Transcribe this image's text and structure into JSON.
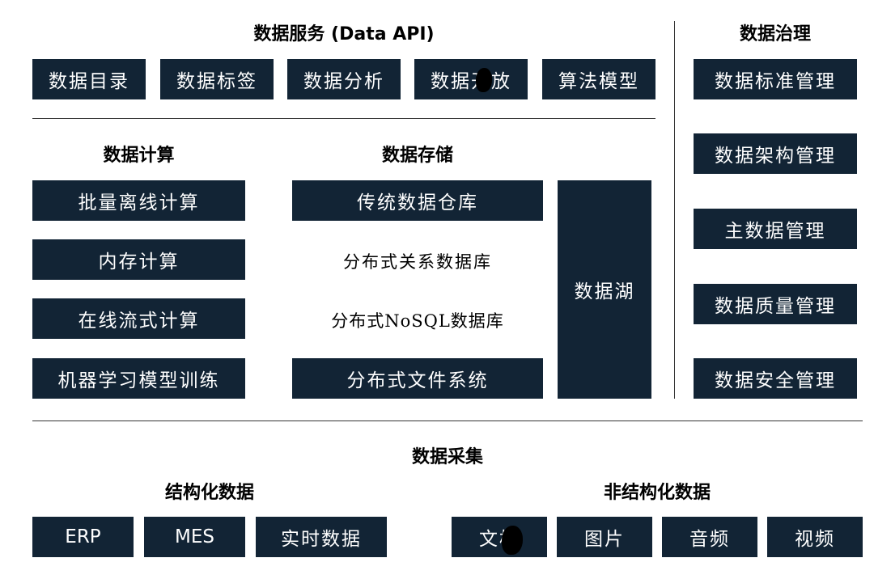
{
  "data_service": {
    "title": "数据服务 (Data API)",
    "items": [
      "数据目录",
      "数据标签",
      "数据分析",
      "数据开放",
      "算法模型"
    ]
  },
  "data_governance": {
    "title": "数据治理",
    "items": [
      "数据标准管理",
      "数据架构管理",
      "主数据管理",
      "数据质量管理",
      "数据安全管理"
    ]
  },
  "data_compute": {
    "title": "数据计算",
    "items": [
      "批量离线计算",
      "内存计算",
      "在线流式计算",
      "机器学习模型训练"
    ]
  },
  "data_storage": {
    "title": "数据存储",
    "items": [
      "传统数据仓库",
      "分布式关系数据库",
      "分布式NoSQL数据库",
      "分布式文件系统"
    ],
    "lake": "数据湖"
  },
  "data_collection": {
    "title": "数据采集",
    "structured": {
      "title": "结构化数据",
      "items": [
        "ERP",
        "MES",
        "实时数据"
      ]
    },
    "unstructured": {
      "title": "非结构化数据",
      "items": [
        "文档",
        "图片",
        "音频",
        "视频"
      ]
    }
  }
}
